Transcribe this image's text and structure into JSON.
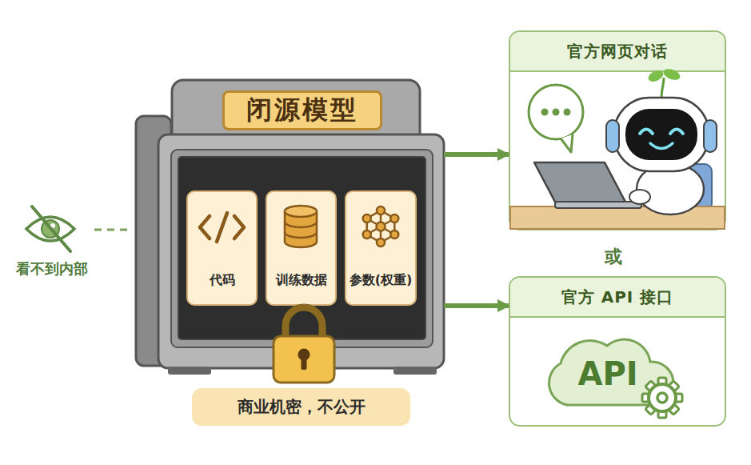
{
  "diagram": {
    "nodes": [
      {
        "text": [
          "闭源模型"
        ]
      },
      {
        "text": [
          "代码"
        ],
        "in": 0
      },
      {
        "text": [
          "训练数据"
        ],
        "in": 0
      },
      {
        "text": [
          "参数(权重)"
        ],
        "in": 0
      },
      {
        "text": [
          "商业机密，不公开"
        ]
      },
      {
        "text": [
          "官方网页对话"
        ]
      },
      {
        "text": [
          "官方 API 接口"
        ]
      },
      {
        "text": [
          "API"
        ],
        "in": 6
      }
    ],
    "edges": [
      {
        "from": 0,
        "to": 5,
        "arrow": "to"
      },
      {
        "from": 0,
        "to": 6,
        "arrow": "to"
      }
    ],
    "labels": [
      "看不到内部",
      "或"
    ]
  }
}
